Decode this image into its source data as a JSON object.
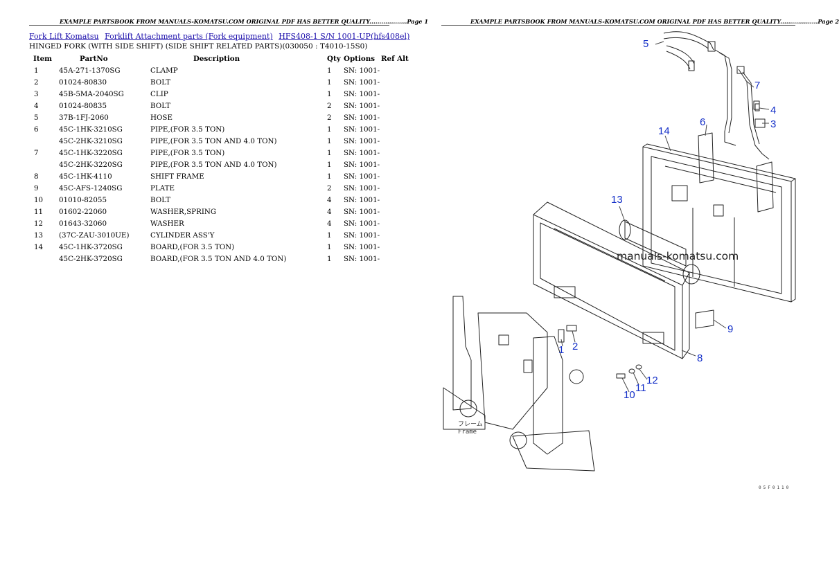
{
  "header": {
    "left": "EXAMPLE PARTSBOOK FROM MANUALS-KOMATSU.COM ORIGINAL PDF HAS BETTER QUALITY...................Page 1",
    "right": "EXAMPLE PARTSBOOK FROM MANUALS-KOMATSU.COM ORIGINAL PDF HAS BETTER QUALITY...................Page 2"
  },
  "breadcrumbs": [
    "Fork Lift Komatsu",
    "Forklift Attachment parts (Fork equipment)",
    "HFS408-1 S/N 1001-UP(hfs408el)"
  ],
  "subtitle": "HINGED FORK (WITH SIDE SHIFT) (SIDE SHIFT RELATED PARTS)(030050 : T4010-15S0)",
  "table": {
    "columns": [
      "Item",
      "PartNo",
      "Description",
      "Qty",
      "Options",
      "Ref Alt"
    ],
    "rows": [
      [
        "1",
        "45A-271-1370SG",
        "CLAMP",
        "1",
        "SN: 1001-"
      ],
      [
        "2",
        "01024-80830",
        "BOLT",
        "1",
        "SN: 1001-"
      ],
      [
        "3",
        "45B-5MA-2040SG",
        "CLIP",
        "1",
        "SN: 1001-"
      ],
      [
        "4",
        "01024-80835",
        "BOLT",
        "2",
        "SN: 1001-"
      ],
      [
        "5",
        "37B-1FJ-2060",
        "HOSE",
        "2",
        "SN: 1001-"
      ],
      [
        "6",
        "45C-1HK-3210SG",
        "PIPE,(FOR 3.5 TON)",
        "1",
        "SN: 1001-"
      ],
      [
        "",
        "45C-2HK-3210SG",
        "PIPE,(FOR 3.5 TON AND 4.0 TON)",
        "1",
        "SN: 1001-"
      ],
      [
        "7",
        "45C-1HK-3220SG",
        "PIPE,(FOR 3.5 TON)",
        "1",
        "SN: 1001-"
      ],
      [
        "",
        "45C-2HK-3220SG",
        "PIPE,(FOR 3.5 TON AND 4.0 TON)",
        "1",
        "SN: 1001-"
      ],
      [
        "8",
        "45C-1HK-4110",
        "SHIFT FRAME",
        "1",
        "SN: 1001-"
      ],
      [
        "9",
        "45C-AFS-1240SG",
        "PLATE",
        "2",
        "SN: 1001-"
      ],
      [
        "10",
        "01010-82055",
        "BOLT",
        "4",
        "SN: 1001-"
      ],
      [
        "11",
        "01602-22060",
        "WASHER,SPRING",
        "4",
        "SN: 1001-"
      ],
      [
        "12",
        "01643-32060",
        "WASHER",
        "4",
        "SN: 1001-"
      ],
      [
        "13",
        "(37C-ZAU-3010UE)",
        "CYLINDER ASS'Y",
        "1",
        "SN: 1001-"
      ],
      [
        "14",
        "45C-1HK-3720SG",
        "BOARD,(FOR 3.5 TON)",
        "1",
        "SN: 1001-"
      ],
      [
        "",
        "45C-2HK-3720SG",
        "BOARD,(FOR 3.5 TON AND 4.0 TON)",
        "1",
        "SN: 1001-"
      ]
    ]
  },
  "diagram": {
    "watermark": "manuals-komatsu.com",
    "frame_label_jp": "フレーム",
    "frame_label_en": "Frame",
    "drawing_code": "05F0110",
    "callouts": [
      "5",
      "7",
      "4",
      "3",
      "6",
      "14",
      "13",
      "9",
      "1",
      "2",
      "8",
      "12",
      "11",
      "10"
    ],
    "callout_color": "#1530c8"
  }
}
